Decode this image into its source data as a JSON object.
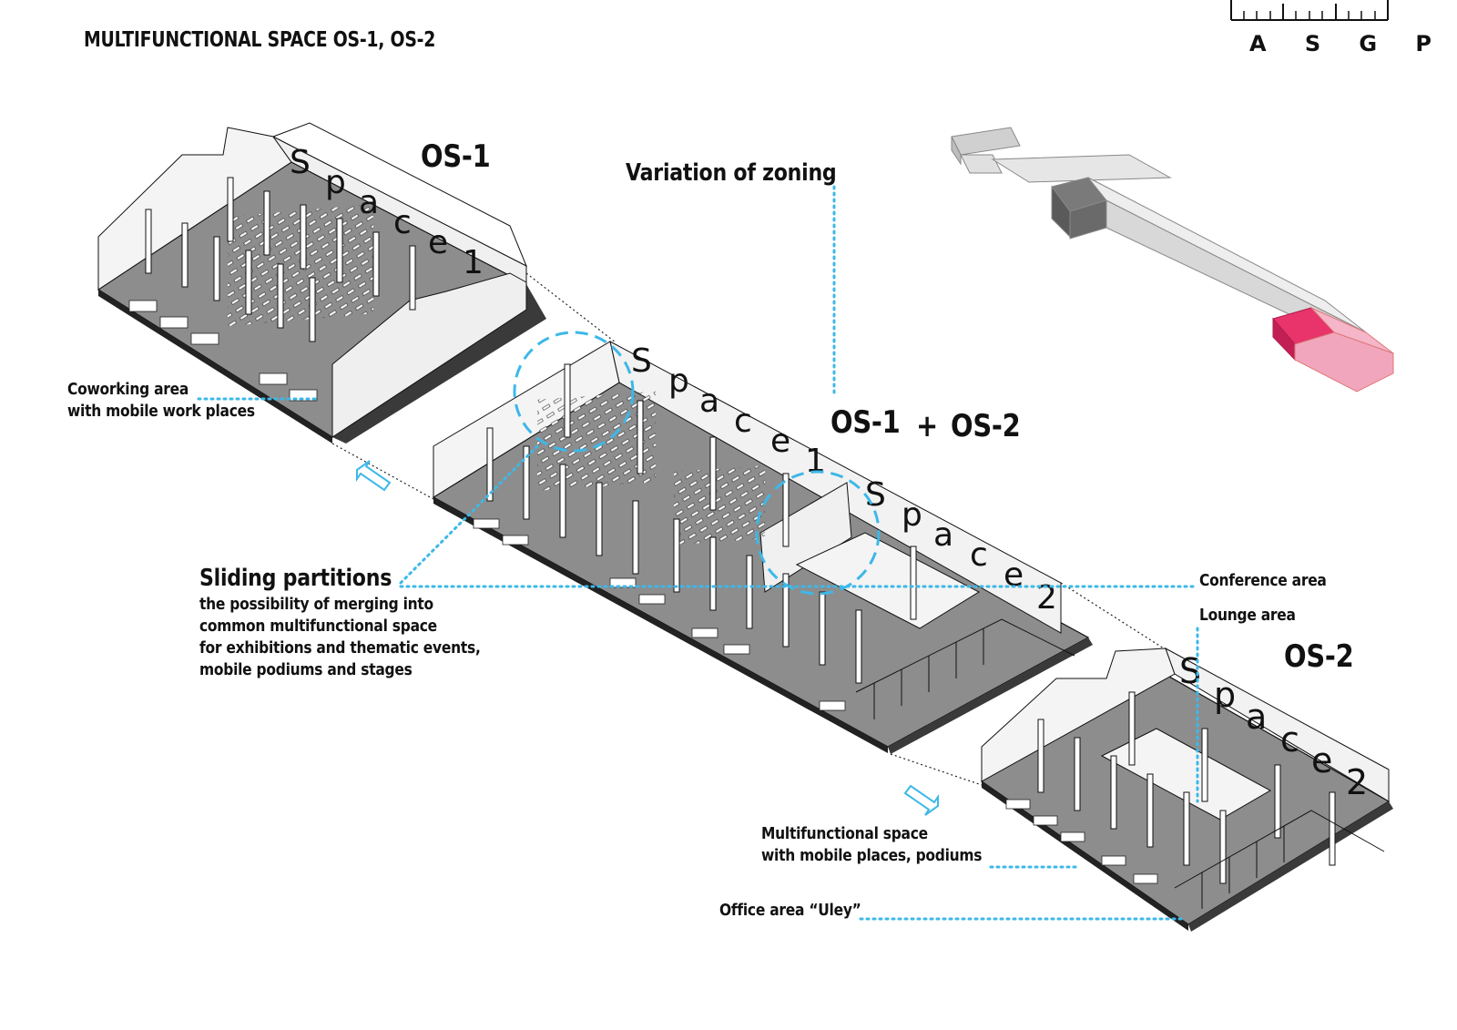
{
  "title": "MULTIFUNCTIONAL SPACE OS-1, OS-2",
  "logo": {
    "letters": [
      "A",
      "S",
      "G",
      "P"
    ]
  },
  "headings": {
    "os1": "OS-1",
    "os2": "OS-2",
    "os1_plus": "OS-1",
    "plus": "+",
    "os2_plus": "OS-2",
    "variation": "Variation of zoning"
  },
  "wall_letters": {
    "space1": [
      "S",
      "p",
      "a",
      "c",
      "e",
      "1"
    ],
    "space2": [
      "S",
      "p",
      "a",
      "c",
      "e",
      "2"
    ]
  },
  "annotations": {
    "coworking": [
      "Coworking area",
      "with mobile work places"
    ],
    "sliding_title": "Sliding partitions",
    "sliding_lines": [
      "the possibility of merging into",
      "common multifunctional space",
      "for exhibitions and thematic events,",
      "mobile podiums and stages"
    ],
    "conference": "Conference area",
    "lounge": "Lounge area",
    "multifunctional": [
      "Multifunctional space",
      "with mobile places, podiums"
    ],
    "office": "Office area “Uley”"
  },
  "colors": {
    "accent": "#3db8e8",
    "highlight": "#e8336b",
    "highlight_light": "#f2a6bd",
    "floor": "#8d8d8d",
    "wall": "#f2f2f2",
    "ink": "#111111"
  }
}
